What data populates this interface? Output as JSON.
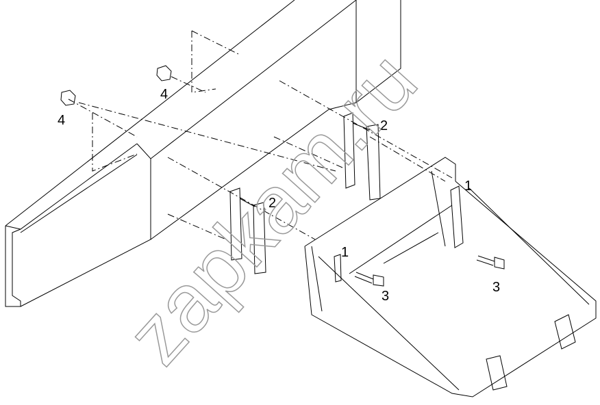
{
  "labels": {
    "nut_a": "4",
    "nut_b": "4",
    "bracket_upper": "2",
    "bracket_lower": "2",
    "strap_right": "1",
    "strap_left": "1",
    "bolt_left": "3",
    "bolt_right": "3"
  },
  "watermark": "zapkam.ru"
}
